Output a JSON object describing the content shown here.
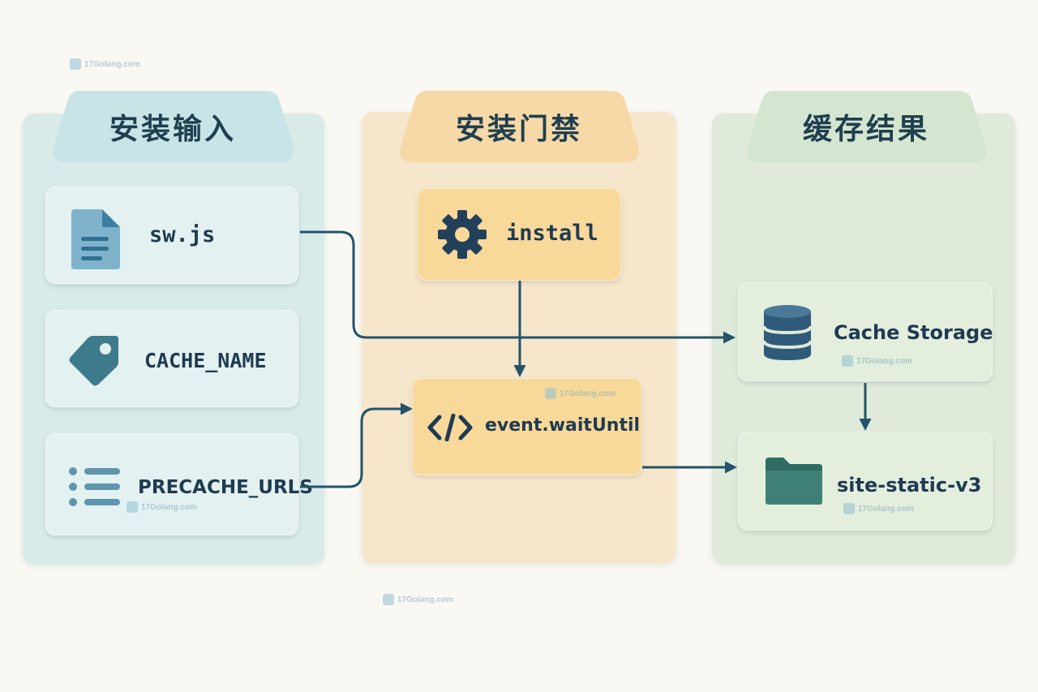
{
  "columns": {
    "inputs": {
      "title": "安装输入",
      "items": [
        {
          "label": "sw.js",
          "icon": "file-icon"
        },
        {
          "label": "CACHE_NAME",
          "icon": "tag-icon"
        },
        {
          "label": "PRECACHE_URLS",
          "icon": "list-icon"
        }
      ]
    },
    "gate": {
      "title": "安装门禁",
      "items": [
        {
          "label": "install",
          "icon": "gear-icon"
        },
        {
          "label": "event.waitUntil",
          "icon": "code-icon"
        }
      ]
    },
    "result": {
      "title": "缓存结果",
      "items": [
        {
          "label": "Cache Storage",
          "icon": "database-icon"
        },
        {
          "label": "site-static-v3",
          "icon": "folder-icon"
        }
      ]
    }
  },
  "watermark": "17Golang.com",
  "colors": {
    "left_panel": "#d8ebe9",
    "mid_panel": "#f6e6cc",
    "right_panel": "#dfeada",
    "connector": "#24536a",
    "text": "#1f3a52"
  }
}
